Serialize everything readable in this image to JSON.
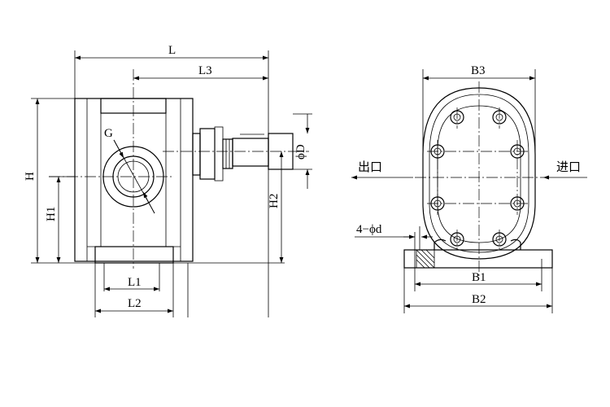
{
  "front_view": {
    "labels": {
      "L": "L",
      "L3": "L3",
      "G": "G",
      "D": "ϕD",
      "H": "H",
      "H1": "H1",
      "H2": "H2",
      "L1": "L1",
      "L2": "L2"
    }
  },
  "side_view": {
    "labels": {
      "B3": "B3",
      "outlet": "出口",
      "inlet": "进口",
      "holes": "4−ϕd",
      "B1": "B1",
      "B2": "B2"
    }
  }
}
